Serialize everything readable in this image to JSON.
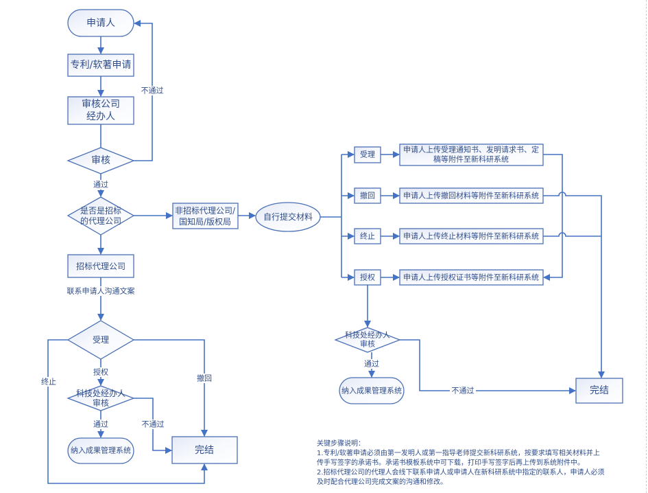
{
  "diagram": {
    "nodes": {
      "applicant": "申请人",
      "patent_apply": "专利/软著申请",
      "review_company_line1": "审核公司",
      "review_company_line2": "经办人",
      "review_decision": "审核",
      "is_tender_line1": "是否是招标",
      "is_tender_line2": "的代理公司",
      "non_tender_line1": "非招标代理公司/",
      "non_tender_line2": "国知局/版权局",
      "self_submit": "自行提交材料",
      "tender_agency": "招标代理公司",
      "accept_left": "受理",
      "tech_review_left_line1": "科技处经办人",
      "tech_review_left_line2": "审核",
      "include_system_left": "纳入成果管理系统",
      "finish_left": "完结",
      "branch_accept": "受理",
      "branch_withdraw": "撤回",
      "branch_terminate": "终止",
      "branch_grant": "授权",
      "upload_accept_line1": "申请人上传受理通知书、发明请求书、定",
      "upload_accept_line2": "稿等附件至新科研系统",
      "upload_withdraw": "申请人上传撤回材料等附件至新科研系统",
      "upload_terminate": "申请人上传终止材料等附件至新科研系统",
      "upload_grant": "申请人上传授权证书等附件至新科研系统",
      "tech_review_right_line1": "科技处经办人",
      "tech_review_right_line2": "审核",
      "include_system_right": "纳入成果管理系统",
      "finish_right": "完结"
    },
    "edge_labels": {
      "fail_top": "不通过",
      "pass_top": "通过",
      "contact_applicant": "联系申请人沟通文案",
      "grant_left": "授权",
      "withdraw_left": "撤回",
      "terminate_left": "终止",
      "pass_left": "通过",
      "fail_left": "不通过",
      "pass_right": "通过",
      "fail_right": "不通过"
    }
  },
  "notes": {
    "title": "关键步骤说明：",
    "line1": "1.专利/软著申请必须由第一发明人或第一指导老师提交新科研系统，按要求填写相关材料并上",
    "line2": "传手写签字的承诺书。承诺书模板系统中可下载，打印手写签字后再上传到系统附件中。",
    "line3": "2.招标代理公司的代理人会线下联系申请人或申请人在新科研系统中指定的联系人，申请人必须",
    "line4": "及时配合代理公司完成文案的沟通和修改。"
  },
  "colors": {
    "line": "#4472c4",
    "border": "#4a6fb5",
    "text": "#2f4d8a"
  }
}
